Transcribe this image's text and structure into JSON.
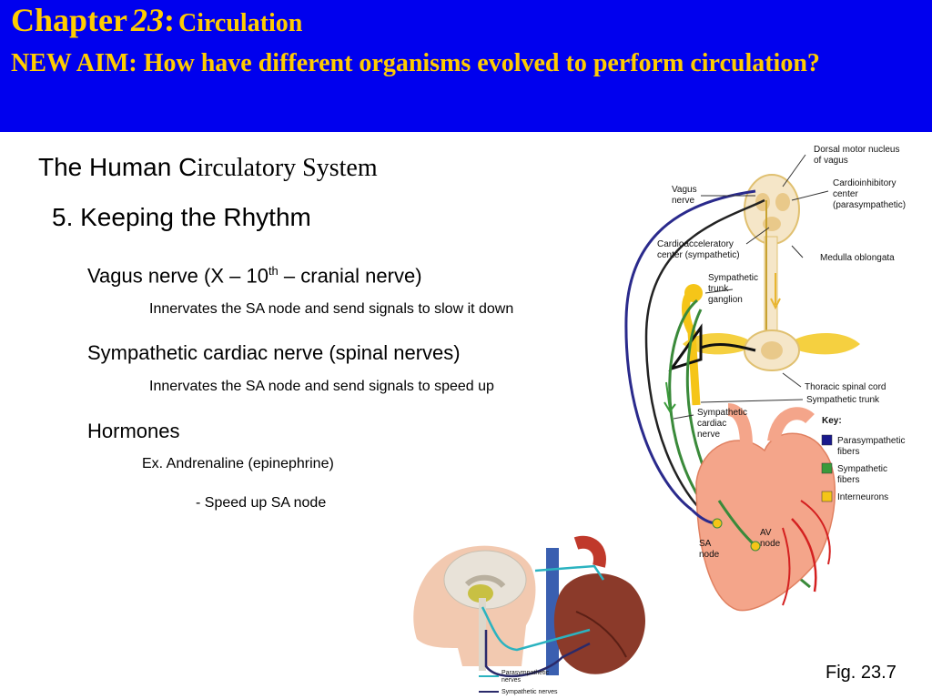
{
  "header": {
    "chapter_word": "Chapter",
    "chapter_number": "23",
    "colon": ":",
    "topic": "Circulation",
    "aim": "NEW AIM: How have different organisms evolved to perform circulation?"
  },
  "content": {
    "title_prefix": "The Human C",
    "title_rest": "irculatory System",
    "subtitle": "5. Keeping the Rhythm",
    "vagus_pre": "Vagus nerve (X – 10",
    "vagus_sup": "th",
    "vagus_post": " – cranial nerve)",
    "vagus_detail": "Innervates the SA node and send signals to slow it down",
    "sympathetic": "Sympathetic cardiac nerve (spinal nerves)",
    "sympathetic_detail": "Innervates the SA node and send signals to speed up",
    "hormones": "Hormones",
    "hormones_example": "Ex. Andrenaline (epinephrine)",
    "hormones_effect": "- Speed up SA node"
  },
  "figure_main": {
    "labels": {
      "dorsal_motor_1": "Dorsal motor nucleus",
      "dorsal_motor_2": "of vagus",
      "vagus_1": "Vagus",
      "vagus_2": "nerve",
      "cardioinhib_1": "Cardioinhibitory",
      "cardioinhib_2": "center",
      "cardioinhib_3": "(parasympathetic)",
      "cardioaccel_1": "Cardioacceleratory",
      "cardioaccel_2": "center (sympathetic)",
      "medulla": "Medulla oblongata",
      "trunk_ganglion_1": "Sympathetic",
      "trunk_ganglion_2": "trunk",
      "trunk_ganglion_3": "ganglion",
      "thoracic": "Thoracic spinal cord",
      "symp_trunk": "Sympathetic trunk",
      "symp_cardiac_1": "Sympathetic",
      "symp_cardiac_2": "cardiac",
      "symp_cardiac_3": "nerve",
      "sa_node_1": "SA",
      "sa_node_2": "node",
      "av_node_1": "AV",
      "av_node_2": "node"
    },
    "key": {
      "title": "Key:",
      "items": [
        {
          "label_1": "Parasympathetic",
          "label_2": "fibers",
          "color": "#1a1a8c"
        },
        {
          "label_1": "Sympathetic",
          "label_2": "fibers",
          "color": "#3a9a3a"
        },
        {
          "label_1": "Interneurons",
          "label_2": "",
          "color": "#f5c518"
        }
      ]
    }
  },
  "figure_small": {
    "legend_para_1": "Parasympathetic",
    "legend_para_2": "nerves",
    "legend_symp": "Sympathetic nerves",
    "para_color": "#2bb3c0",
    "symp_color": "#2a2a6a"
  },
  "fig_label": "Fig. 23.7"
}
